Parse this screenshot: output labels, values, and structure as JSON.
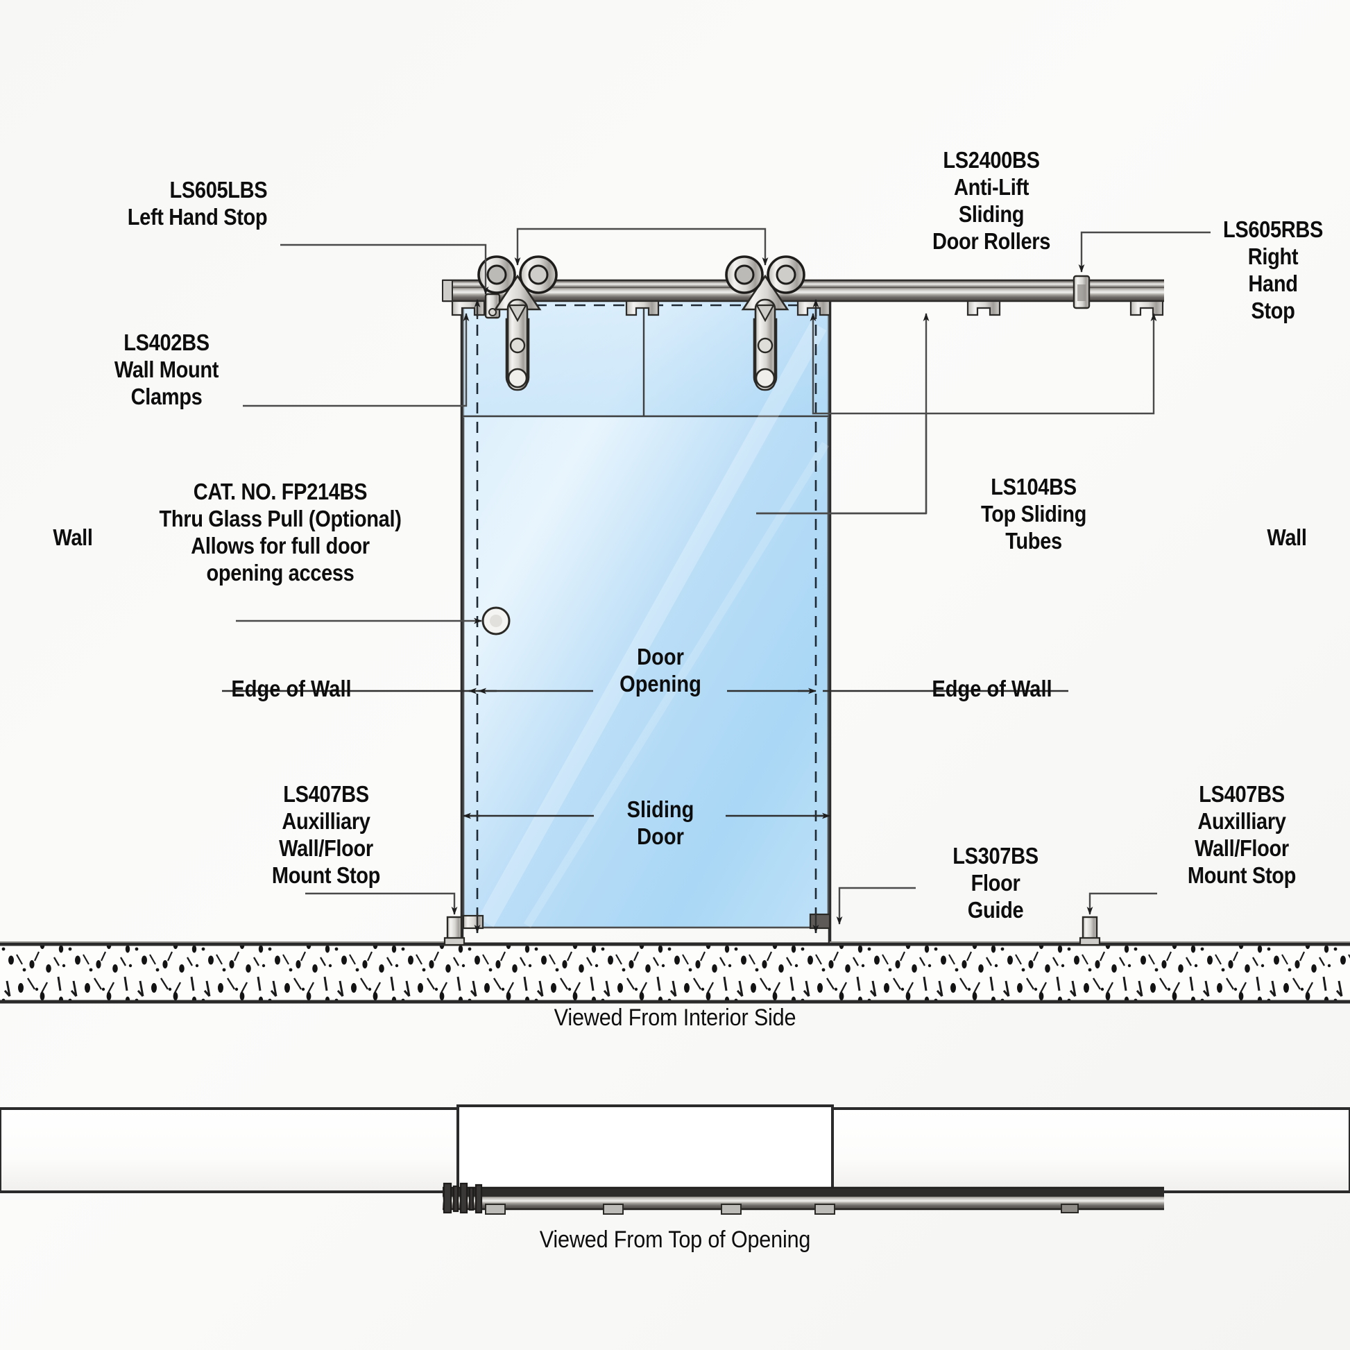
{
  "sheet": {
    "background": "#f7f7f5",
    "line_color": "#3a3a3a",
    "glass_color_light": "#dff0fc",
    "glass_color_mid": "#a9d7f5",
    "metal_dark": "#4a4745",
    "metal_light": "#e9e9e9"
  },
  "elevation": {
    "caption": "Viewed From Interior Side",
    "wall_left_label": "Wall",
    "wall_right_label": "Wall",
    "callouts": {
      "left_hand_stop": "LS605LBS\nLeft Hand Stop",
      "wall_mount_clamps": "LS402BS\nWall Mount\nClamps",
      "thru_glass_pull": "CAT. NO. FP214BS\nThru Glass Pull (Optional)\nAllows for full door\nopening access",
      "anti_lift_rollers": "LS2400BS\nAnti-Lift\nSliding\nDoor Rollers",
      "right_hand_stop": "LS605RBS\nRight\nHand\nStop",
      "top_sliding_tubes": "LS104BS\nTop Sliding\nTubes",
      "floor_guide": "LS307BS\nFloor\nGuide",
      "aux_stop_left": "LS407BS\nAuxilliary\nWall/Floor\nMount Stop",
      "aux_stop_right": "LS407BS\nAuxilliary\nWall/Floor\nMount Stop"
    },
    "dimensions": {
      "edge_of_wall_left": "Edge of Wall",
      "edge_of_wall_right": "Edge of Wall",
      "door_opening": "Door\nOpening",
      "sliding_door": "Sliding\nDoor"
    }
  },
  "plan": {
    "caption": "Viewed From Top of Opening"
  }
}
